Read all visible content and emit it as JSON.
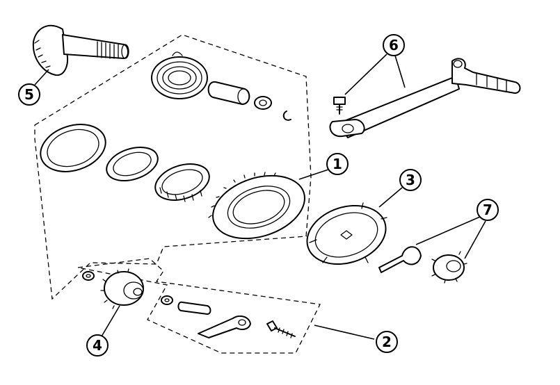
{
  "diagram": {
    "type": "exploded-parts-diagram",
    "callouts": [
      {
        "id": "1",
        "label": "1"
      },
      {
        "id": "2",
        "label": "2"
      },
      {
        "id": "3",
        "label": "3"
      },
      {
        "id": "4",
        "label": "4"
      },
      {
        "id": "5",
        "label": "5"
      },
      {
        "id": "6",
        "label": "6"
      },
      {
        "id": "7",
        "label": "7"
      }
    ]
  }
}
